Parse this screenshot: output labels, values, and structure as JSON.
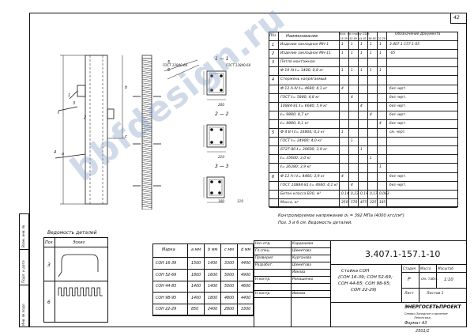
{
  "sheet_number": "42",
  "title_block": {
    "code": "3.407.1-157.1-10",
    "name_lines": [
      "Стойка СОН",
      "(СОН 16-39; СОН 52-69;",
      "СОН 44-85; СОН 98-95;",
      "СОН 22-29)"
    ],
    "stage_header": "Стадия",
    "sheet_header": "Масса",
    "scale_header": "Масштаб",
    "stage": "Р",
    "mass": "см. табл.",
    "scale": "1:10",
    "sheet_label": "Лист",
    "sheets_label": "Листов 1",
    "org_line1": "ЭНЕРГОСЕТЬПРОЕКТ",
    "org_line2": "Северо-Западное отделение",
    "org_line3": "Ленинград",
    "format": "Формат А3",
    "bottom_code": "2501/1",
    "staff": [
      {
        "role": "Нач.отд.",
        "name": "Кардашова"
      },
      {
        "role": "Гл.спец.",
        "name": "Шеметова"
      },
      {
        "role": "Проверил",
        "name": "Курганова"
      },
      {
        "role": "Разработ.",
        "name": "Шеметова"
      },
      {
        "role": "",
        "name": "Ивкова"
      },
      {
        "role": "Н.контр.",
        "name": "Ромашенко"
      },
      {
        "role": "",
        "name": ""
      },
      {
        "role": "Н.контр.",
        "name": "Ивкова"
      }
    ]
  },
  "spec": {
    "header_pos": "Поз",
    "header_name": "Наименование",
    "header_qty": "Кол. на стойку СОН",
    "header_qty_cols": [
      "16-39",
      "52-69",
      "44-85",
      "98-95",
      "22-29"
    ],
    "header_note": "Обозначение Документа",
    "rows": [
      {
        "pos": "1",
        "name": "Изделие закладное МН-1",
        "q": [
          "1",
          "1",
          "1",
          "1",
          "1"
        ],
        "note": "3.407.1-157.1-05"
      },
      {
        "pos": "2",
        "name": "Изделие закладное МН-11",
        "q": [
          "1",
          "1",
          "1",
          "1",
          "1"
        ],
        "note": "-05"
      },
      {
        "pos": "3",
        "name": "Петля монтажная",
        "q": [
          "",
          "",
          "",
          "",
          ""
        ],
        "note": ""
      },
      {
        "pos": "",
        "name": "Ф 10 АI  ℓ= 1400; 0,8 кг",
        "q": [
          "1",
          "1",
          "1",
          "1",
          "1"
        ],
        "note": ""
      },
      {
        "pos": "4",
        "name": "Стержень напрягаемый",
        "q": [
          "",
          "",
          "",
          "",
          ""
        ],
        "note": ""
      },
      {
        "pos": "",
        "name": "Ф 12 А-IV  ℓ= 4680;  4,1 кг",
        "q": [
          "4",
          "",
          "",
          "",
          ""
        ],
        "note": "без черт."
      },
      {
        "pos": "",
        "name": "ГОСТ   ℓ= 5880;  4,8 кг",
        "q": [
          "",
          "4",
          "",
          "",
          ""
        ],
        "note": "без черт."
      },
      {
        "pos": "",
        "name": "10884-81  ℓ= 6680;  5,9 кг",
        "q": [
          "",
          "",
          "4",
          "",
          ""
        ],
        "note": "без черт."
      },
      {
        "pos": "",
        "name": "ℓ= 9880;  8,7 кг",
        "q": [
          "",
          "",
          "",
          "4",
          ""
        ],
        "note": "без черт."
      },
      {
        "pos": "",
        "name": "ℓ= 8880;  8,1 кг",
        "q": [
          "",
          "",
          "",
          "",
          "4"
        ],
        "note": "без черт."
      },
      {
        "pos": "5",
        "name": "Ф 4 В-I  ℓ= 16800;  0,3 кг",
        "q": [
          "1",
          "",
          "",
          "",
          ""
        ],
        "note": "см. черт."
      },
      {
        "pos": "",
        "name": "ГОСТ   ℓ= 24900;  4,0 кг",
        "q": [
          "",
          "1",
          "",
          "",
          ""
        ],
        "note": ""
      },
      {
        "pos": "",
        "name": "6727-80  ℓ= 39600;  3,9 кг",
        "q": [
          "",
          "",
          "1",
          "",
          ""
        ],
        "note": ""
      },
      {
        "pos": "",
        "name": "ℓ= 35600;  3,0 кг",
        "q": [
          "",
          "",
          "",
          "1",
          ""
        ],
        "note": ""
      },
      {
        "pos": "",
        "name": "ℓ= 26380;  3,9 кг",
        "q": [
          "",
          "",
          "",
          "",
          "1"
        ],
        "note": ""
      },
      {
        "pos": "6",
        "name": "Ф 12 А-I  ℓ= 4460;  3,9 кг",
        "q": [
          "4",
          "",
          "",
          "",
          ""
        ],
        "note": "без черт."
      },
      {
        "pos": "",
        "name": "ГОСТ 10884-81  ℓ= 4680;  4,1 кг",
        "q": [
          "",
          "4",
          "",
          "",
          ""
        ],
        "note": "без черт."
      },
      {
        "pos": "",
        "name": "Бетон класса В30, м³",
        "q": [
          "0,14",
          "0,23",
          "0,19",
          "0,17",
          "0,083"
        ],
        "note": ""
      },
      {
        "pos": "",
        "name": "Масса, кг",
        "q": [
          "350",
          "570",
          "475",
          "325",
          "185"
        ],
        "note": ""
      }
    ]
  },
  "notes": [
    "Контролируемое напряжение σ₀ = 392 МПа (4000 кгс/см²)",
    "Поз. 3 и 6 см. Ведомость деталей."
  ],
  "drawing": {
    "dim_a": "a",
    "dim_b": "b",
    "dim_c": "c",
    "dim_h": "ℓ",
    "pos_labels": [
      "1",
      "2",
      "3",
      "4",
      "5",
      "6"
    ],
    "sections": [
      "1 — 1",
      "2 — 2",
      "3 — 3"
    ],
    "gost_labels": [
      "ГОСТ 13840-68",
      "ГОСТ 13840-68"
    ],
    "small_dims": [
      "200",
      "210",
      "100",
      "110"
    ]
  },
  "details_table": {
    "title": "Ведомость деталей",
    "headers": [
      "Поз",
      "Эскиз"
    ],
    "rows": [
      {
        "pos": "3"
      },
      {
        "pos": "6"
      }
    ]
  },
  "marks_table": {
    "headers": [
      "Марка",
      "a мм",
      "b мм",
      "c мм",
      "d мм"
    ],
    "rows": [
      [
        "СОН 16-39",
        "1500",
        "1400",
        "3300",
        "4400"
      ],
      [
        "СОН 52-69",
        "1800",
        "1600",
        "5000",
        "4900"
      ],
      [
        "СОН 44-85",
        "1400",
        "1400",
        "5000",
        "4600"
      ],
      [
        "СОН 98-95",
        "1400",
        "1800",
        "4800",
        "4400"
      ],
      [
        "СОН 22-29",
        "850",
        "2400",
        "2800",
        "3300"
      ]
    ]
  },
  "side_stamp": [
    "Инв. № подл.",
    "Подп. и дата",
    "Взам. инв. №"
  ],
  "watermark": "bbfdesign.ru"
}
